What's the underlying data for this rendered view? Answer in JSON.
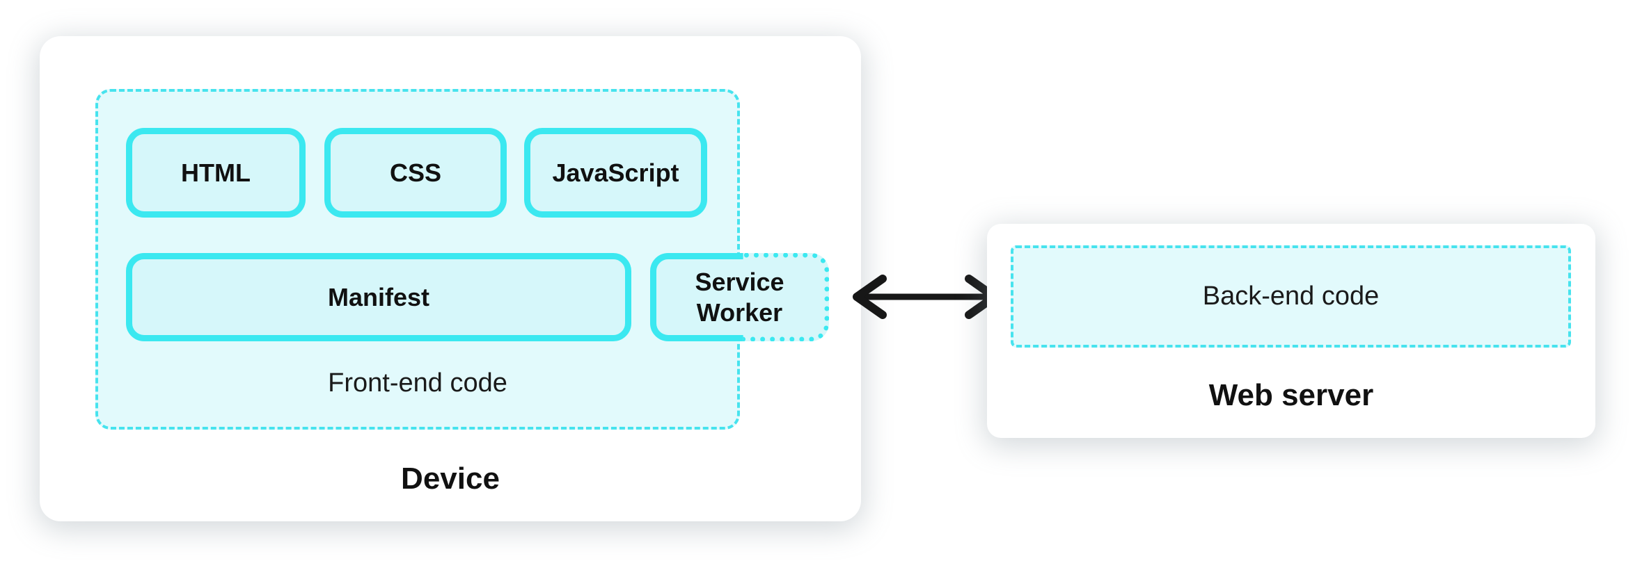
{
  "diagram": {
    "device": {
      "title": "Device",
      "frontend": {
        "label": "Front-end code",
        "boxes": [
          "HTML",
          "CSS",
          "JavaScript"
        ],
        "manifest": "Manifest",
        "service_worker": "Service Worker"
      }
    },
    "web_server": {
      "title": "Web server",
      "backend_label": "Back-end code"
    },
    "connection": {
      "icon": "double-headed-arrow",
      "meaning": "two-way communication between Service Worker and Web server"
    },
    "colors": {
      "accent_cyan": "#3BE8F0",
      "dash_cyan": "#47E3EE",
      "box_fill": "#D6F7FA",
      "container_fill": "#E2FAFC",
      "arrow_black": "#171717",
      "panel_white": "#FFFFFF",
      "text_dark": "#111111"
    }
  }
}
